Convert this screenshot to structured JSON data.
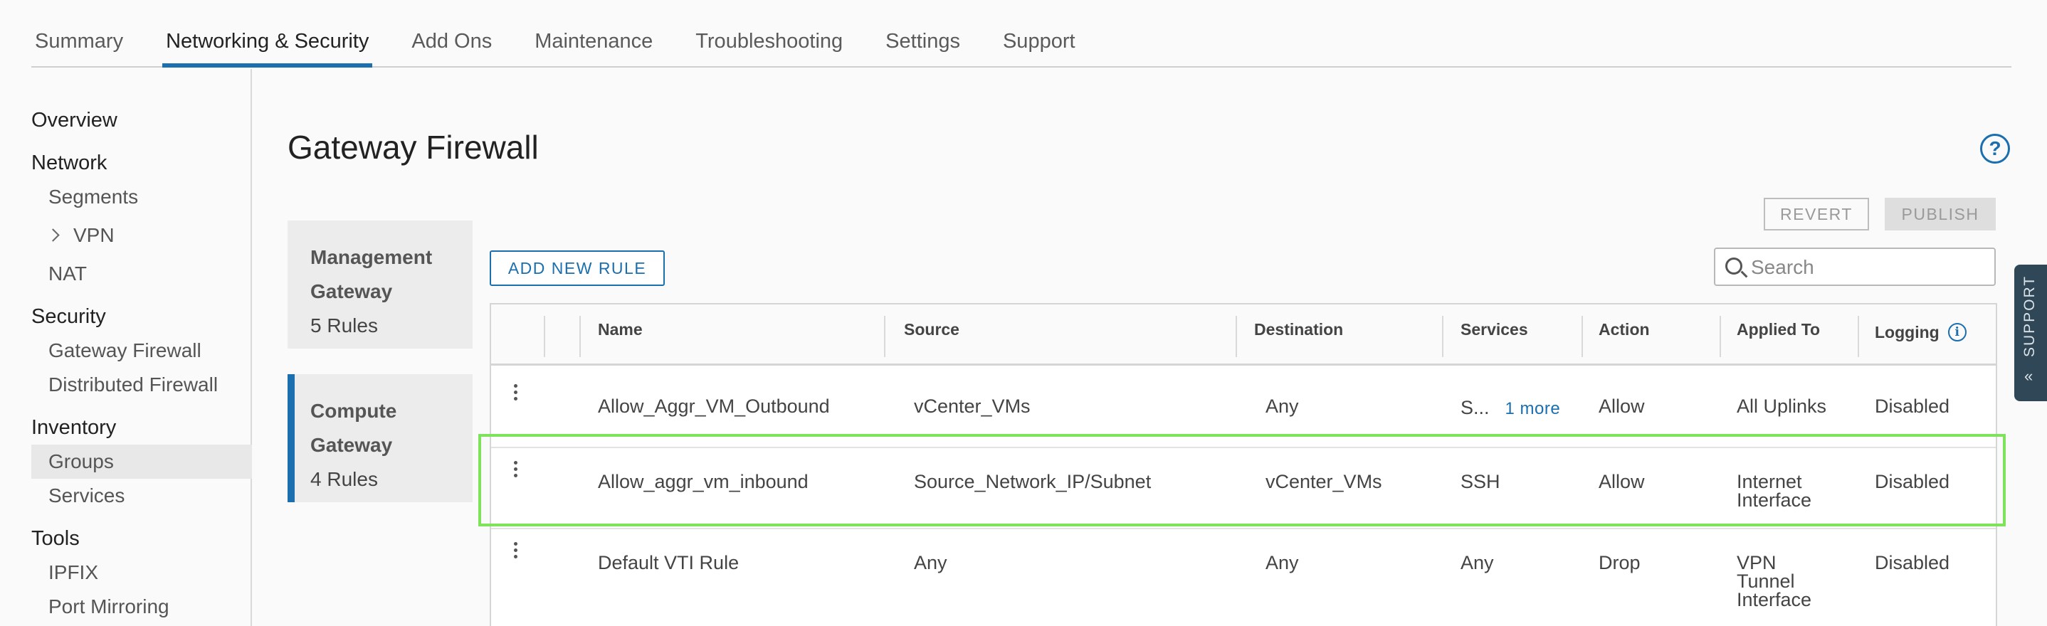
{
  "top_tabs": [
    {
      "label": "Summary"
    },
    {
      "label": "Networking & Security",
      "active": true
    },
    {
      "label": "Add Ons"
    },
    {
      "label": "Maintenance"
    },
    {
      "label": "Troubleshooting"
    },
    {
      "label": "Settings"
    },
    {
      "label": "Support"
    }
  ],
  "sidebar": {
    "overview": "Overview",
    "network": {
      "title": "Network",
      "items": [
        "Segments",
        "VPN",
        "NAT"
      ]
    },
    "security": {
      "title": "Security",
      "items": [
        "Gateway Firewall",
        "Distributed Firewall"
      ]
    },
    "inventory": {
      "title": "Inventory",
      "items": [
        "Groups",
        "Services"
      ],
      "selected": "Groups"
    },
    "tools": {
      "title": "Tools",
      "items": [
        "IPFIX",
        "Port Mirroring"
      ]
    }
  },
  "page": {
    "title": "Gateway Firewall",
    "help_icon": "?",
    "revert_label": "REVERT",
    "publish_label": "PUBLISH",
    "add_rule_label": "ADD NEW RULE",
    "search_placeholder": "Search"
  },
  "gateways": [
    {
      "name_line1": "Management",
      "name_line2": "Gateway",
      "rules": "5 Rules",
      "active": false
    },
    {
      "name_line1": "Compute",
      "name_line2": "Gateway",
      "rules": "4 Rules",
      "active": true
    }
  ],
  "table": {
    "columns": [
      "Name",
      "Source",
      "Destination",
      "Services",
      "Action",
      "Applied To",
      "Logging"
    ],
    "logging_info_icon": "i",
    "rows": [
      {
        "name": "Allow_Aggr_VM_Outbound",
        "source": "vCenter_VMs",
        "destination": "Any",
        "services": "S...",
        "services_more": "1 more",
        "action": "Allow",
        "applied_to": "All Uplinks",
        "logging": "Disabled"
      },
      {
        "name": "Allow_aggr_vm_inbound",
        "source": "Source_Network_IP/Subnet",
        "destination": "vCenter_VMs",
        "services": "SSH",
        "action": "Allow",
        "applied_to_line1": "Internet",
        "applied_to_line2": "Interface",
        "logging": "Disabled"
      },
      {
        "name": "Default VTI Rule",
        "source": "Any",
        "destination": "Any",
        "services": "Any",
        "action": "Drop",
        "applied_to_line1": "VPN",
        "applied_to_line2": "Tunnel",
        "applied_to_line3": "Interface",
        "logging": "Disabled"
      }
    ]
  },
  "support_tab": {
    "label": "SUPPORT",
    "icon": "double-chevron-left-icon"
  },
  "colors": {
    "accent": "#1b6fae",
    "highlight": "#7ee35a",
    "support_tab": "#2f4756"
  }
}
